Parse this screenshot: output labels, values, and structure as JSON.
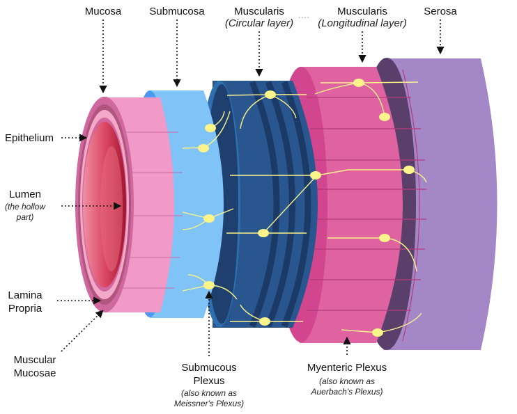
{
  "labels": {
    "mucosa": "Mucosa",
    "submucosa": "Submucosa",
    "muscularis_circular": "Muscularis",
    "muscularis_circular_sub": "(Circular layer)",
    "ellipsis": "....",
    "muscularis_longitudinal": "Muscularis",
    "muscularis_longitudinal_sub": "(Longitudinal layer)",
    "serosa": "Serosa",
    "epithelium": "Epithelium",
    "lumen": "Lumen",
    "lumen_sub_1": "(the hollow",
    "lumen_sub_2": "part)",
    "lamina_propria_1": "Lamina",
    "lamina_propria_2": "Propria",
    "muscular_mucosae_1": "Muscular",
    "muscular_mucosae_2": "Mucosae",
    "submucous_plexus_1": "Submucous",
    "submucous_plexus_2": "Plexus",
    "submucous_plexus_sub_1": "(also known as",
    "submucous_plexus_sub_2": "Meissner's Plexus)",
    "myenteric_plexus": "Myenteric Plexus",
    "myenteric_plexus_sub_1": "(also known as",
    "myenteric_plexus_sub_2": "Auerbach's Plexus)"
  },
  "colors": {
    "serosa": "#a487c6",
    "serosa_rim": "#5a3f6a",
    "longitudinal": "#de63a0",
    "longitudinal_face": "#d1468e",
    "circular": "#2a568f",
    "circular_dark": "#1f3f6e",
    "submucosa": "#7fc3f7",
    "submucosa_rim": "#4c9af0",
    "mucosa": "#f19ac7",
    "mucosa_rim": "#d0679f",
    "lumen": "#b61f3e",
    "nerve": "#fbf48a",
    "node": "#fbf48a"
  }
}
